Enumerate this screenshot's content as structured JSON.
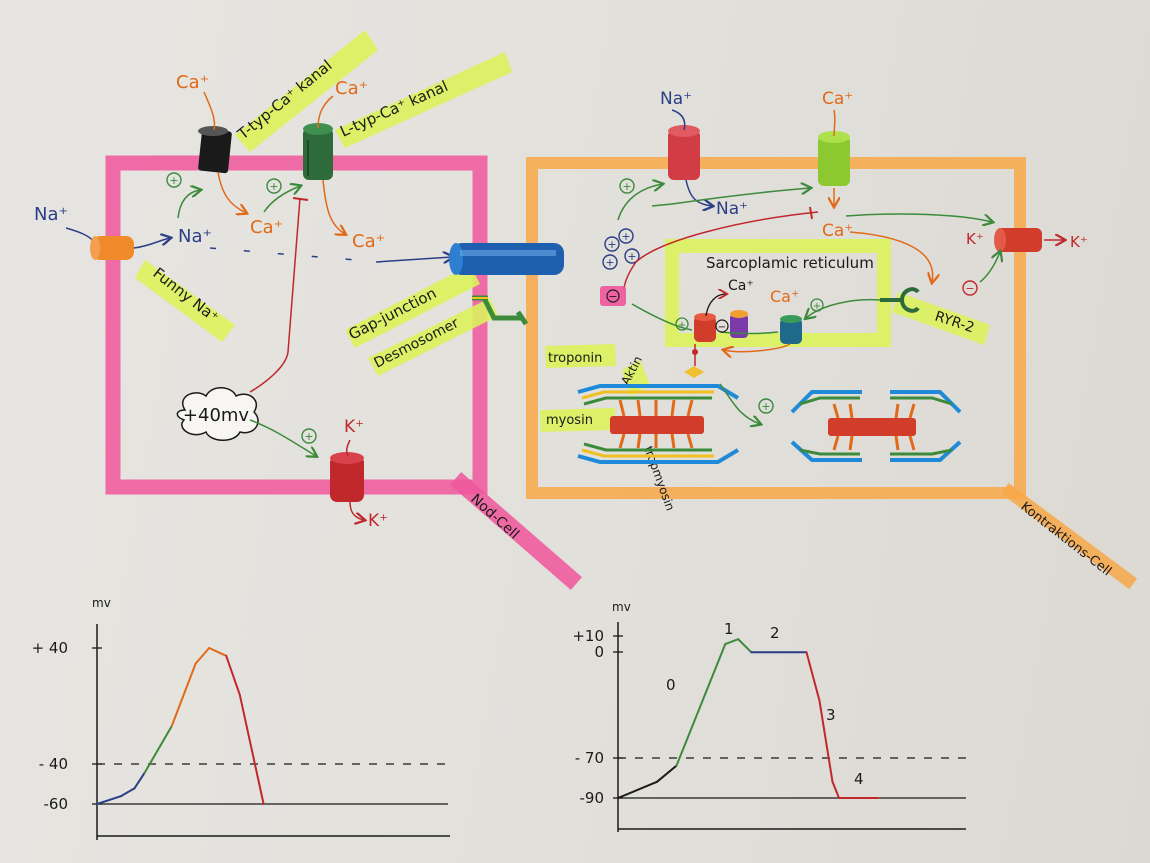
{
  "diagram": {
    "ions": {
      "ca_plus": "Ca⁺",
      "na_plus": "Na⁺",
      "k_plus": "K⁺",
      "plus": "+",
      "minus": "−"
    },
    "labels": {
      "t_type": "T-typ-Ca⁺ kanal",
      "l_type": "L-typ-Ca⁺ kanal",
      "funny": "Funny Na⁺",
      "gap": "Gap-junction",
      "desmo": "Desmosomer",
      "nod": "Nod-Cell",
      "kontrak": "Kontraktions-Cell",
      "sr": "Sarcoplamic reticulum",
      "ryr": "RYR-2",
      "troponin": "troponin",
      "aktin": "Aktin",
      "myosin": "myosin",
      "tropomyosin": "tropmyosin",
      "cloud": "+40mv"
    },
    "colors": {
      "pink": "#f0569c",
      "orange": "#f8a848",
      "yellow": "#dcf25c",
      "ink_orange": "#e06a1a",
      "ink_green": "#3c8a3c",
      "ink_blue": "#2a3f86",
      "ink_red": "#c0282c"
    }
  },
  "chart_data": [
    {
      "type": "line",
      "ylabel": "mv",
      "y_ticks": [
        "+ 40",
        "- 40",
        "-60"
      ],
      "threshold_line": "-40",
      "series": [
        {
          "values": [
            [
              0,
              -60
            ],
            [
              0.7,
              -55
            ],
            [
              1.1,
              -50
            ],
            [
              1.4,
              -40
            ],
            [
              2.2,
              -10
            ],
            [
              2.9,
              30
            ],
            [
              3.3,
              40
            ],
            [
              3.8,
              35
            ],
            [
              4.2,
              10
            ],
            [
              4.6,
              -30
            ],
            [
              4.9,
              -60
            ]
          ]
        }
      ]
    },
    {
      "type": "line",
      "ylabel": "mv",
      "y_ticks": [
        "+10",
        "0",
        "- 70",
        "-90"
      ],
      "threshold_line": "-70",
      "phase_labels": [
        "0",
        "1",
        "2",
        "3",
        "4"
      ],
      "series": [
        {
          "values": [
            [
              0,
              -90
            ],
            [
              1.2,
              -80
            ],
            [
              1.8,
              -70
            ],
            [
              2.8,
              -20
            ],
            [
              3.3,
              5
            ],
            [
              3.7,
              8
            ],
            [
              4.1,
              0
            ],
            [
              5.8,
              0
            ],
            [
              6.2,
              -30
            ],
            [
              6.6,
              -80
            ],
            [
              6.8,
              -90
            ],
            [
              8.0,
              -90
            ]
          ]
        }
      ]
    }
  ]
}
